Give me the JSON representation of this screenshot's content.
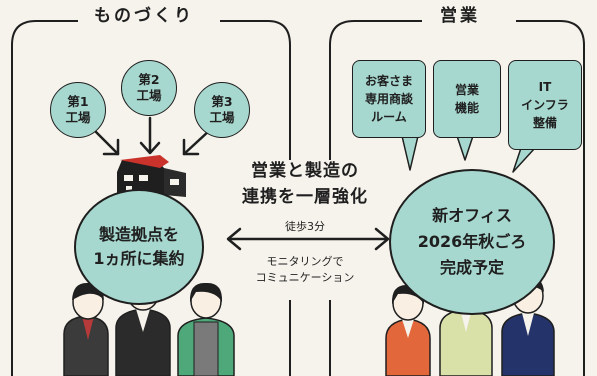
{
  "sections": {
    "manufacturing_title": "ものづくり",
    "sales_title": "営業"
  },
  "factories": [
    "第1\n工場",
    "第2\n工場",
    "第3\n工場"
  ],
  "manufacturing_hub": {
    "line1": "製造拠点を",
    "line2": "1ヵ所に集約"
  },
  "sales_functions": [
    "お客さま\n専用商談\nルーム",
    "営業\n機能",
    "IT\nインフラ\n整備"
  ],
  "new_office": {
    "line1": "新オフィス",
    "line2": "2026年秋ごろ",
    "line3": "完成予定"
  },
  "center": {
    "heading_line1": "営業と製造の",
    "heading_line2": "連携を一層強化",
    "walk_label": "徒歩3分",
    "monitoring_line1": "モニタリングで",
    "monitoring_line2": "コミュニケーション"
  },
  "colors": {
    "bubble_fill": "#a7d8cf",
    "outline": "#1f1f1f",
    "background": "#f6f3ec"
  }
}
